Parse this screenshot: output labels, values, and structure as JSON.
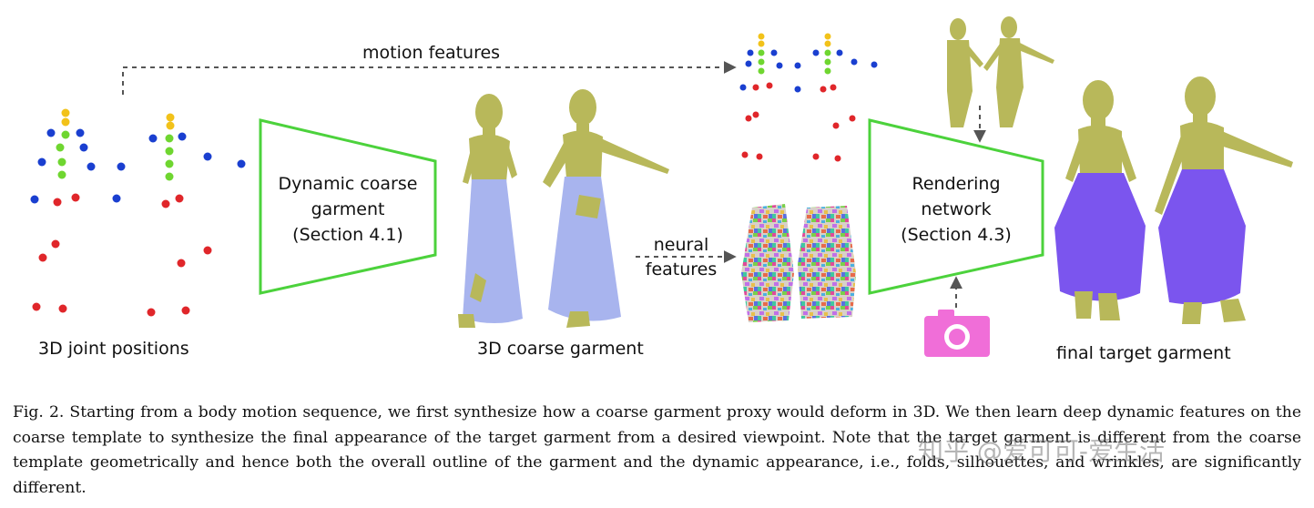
{
  "labels": {
    "motion_features": "motion features",
    "joint_positions": "3D joint positions",
    "coarse_box": [
      "Dynamic coarse",
      "garment",
      "(Section 4.1)"
    ],
    "coarse_garment": "3D coarse garment",
    "neural_features": [
      "neural",
      "features"
    ],
    "render_box": [
      "Rendering",
      "network",
      "(Section 4.3)"
    ],
    "final_garment": "final target garment"
  },
  "caption": "Fig. 2.  Starting from a body motion sequence, we first synthesize how a coarse garment proxy would deform in 3D. We then learn deep dynamic features on the coarse template to synthesize the final appearance of the target garment from a desired viewpoint. Note that the target garment is different from the coarse template geometrically and hence both the overall outline of the garment and the dynamic appearance, i.e., folds, silhouettes, and wrinkles, are significantly different.",
  "watermark": "知乎 @爱可可-爱生活",
  "colors": {
    "module_outline": "#4cd23c",
    "skin": "#b8b85a",
    "coarse_skirt": "#a8b4ee",
    "final_skirt": "#7b55ee",
    "camera": "#f06ed8",
    "joint_head": "#f2c21a",
    "joint_spine": "#6fd630",
    "joint_arm": "#1a3fd0",
    "joint_leg": "#e0262a"
  },
  "icons": [
    "camera-icon"
  ]
}
